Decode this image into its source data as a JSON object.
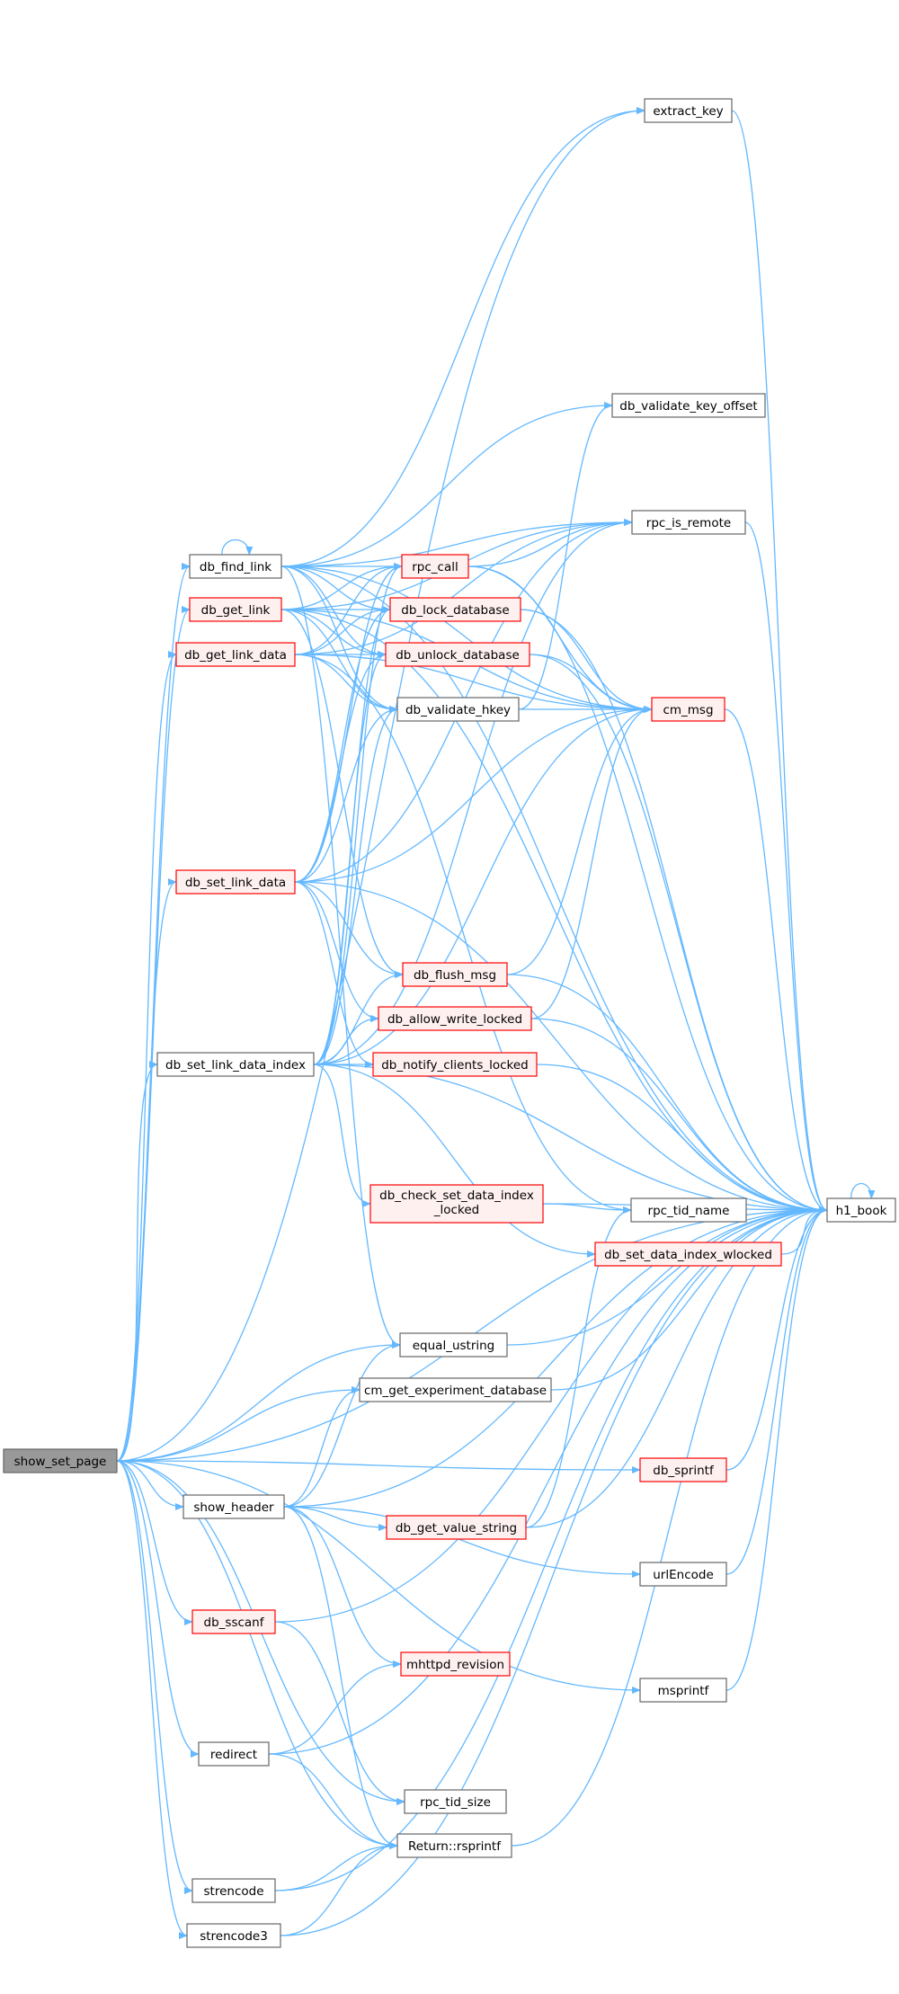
{
  "colors": {
    "edge": "#63b8ff",
    "node_border_normal": "#666666",
    "node_border_red": "#ff0000",
    "node_fill_normal": "#ffffff",
    "node_fill_pink": "#fff0f0",
    "root_fill": "#999999",
    "text": "#000000"
  },
  "nodes": [
    {
      "id": "show_set_page",
      "label": "show_set_page",
      "style": "root"
    },
    {
      "id": "extract_key",
      "label": "extract_key",
      "style": "normal"
    },
    {
      "id": "db_validate_key_offset",
      "label": "db_validate_key_offset",
      "style": "normal"
    },
    {
      "id": "rpc_is_remote",
      "label": "rpc_is_remote",
      "style": "normal"
    },
    {
      "id": "db_find_link",
      "label": "db_find_link",
      "style": "normal"
    },
    {
      "id": "rpc_call",
      "label": "rpc_call",
      "style": "red"
    },
    {
      "id": "db_get_link",
      "label": "db_get_link",
      "style": "red"
    },
    {
      "id": "db_lock_database",
      "label": "db_lock_database",
      "style": "red"
    },
    {
      "id": "db_get_link_data",
      "label": "db_get_link_data",
      "style": "red"
    },
    {
      "id": "db_unlock_database",
      "label": "db_unlock_database",
      "style": "red"
    },
    {
      "id": "db_validate_hkey",
      "label": "db_validate_hkey",
      "style": "normal"
    },
    {
      "id": "cm_msg",
      "label": "cm_msg",
      "style": "red"
    },
    {
      "id": "db_set_link_data",
      "label": "db_set_link_data",
      "style": "red"
    },
    {
      "id": "db_flush_msg",
      "label": "db_flush_msg",
      "style": "red"
    },
    {
      "id": "db_allow_write_locked",
      "label": "db_allow_write_locked",
      "style": "red"
    },
    {
      "id": "db_set_link_data_index",
      "label": "db_set_link_data_index",
      "style": "normal"
    },
    {
      "id": "db_notify_clients_locked",
      "label": "db_notify_clients_locked",
      "style": "red"
    },
    {
      "id": "db_check_set_data_index_locked",
      "label": "db_check_set_data_index\n_locked",
      "style": "red"
    },
    {
      "id": "rpc_tid_name",
      "label": "rpc_tid_name",
      "style": "normal"
    },
    {
      "id": "h1_book",
      "label": "h1_book",
      "style": "normal"
    },
    {
      "id": "db_set_data_index_wlocked",
      "label": "db_set_data_index_wlocked",
      "style": "red"
    },
    {
      "id": "equal_ustring",
      "label": "equal_ustring",
      "style": "normal"
    },
    {
      "id": "cm_get_experiment_database",
      "label": "cm_get_experiment_database",
      "style": "normal"
    },
    {
      "id": "db_sprintf",
      "label": "db_sprintf",
      "style": "red"
    },
    {
      "id": "show_header",
      "label": "show_header",
      "style": "normal"
    },
    {
      "id": "db_get_value_string",
      "label": "db_get_value_string",
      "style": "red"
    },
    {
      "id": "urlEncode",
      "label": "urlEncode",
      "style": "normal"
    },
    {
      "id": "db_sscanf",
      "label": "db_sscanf",
      "style": "red"
    },
    {
      "id": "mhttpd_revision",
      "label": "mhttpd_revision",
      "style": "red"
    },
    {
      "id": "msprintf",
      "label": "msprintf",
      "style": "normal"
    },
    {
      "id": "redirect",
      "label": "redirect",
      "style": "normal"
    },
    {
      "id": "rpc_tid_size",
      "label": "rpc_tid_size",
      "style": "normal"
    },
    {
      "id": "Return_rsprintf",
      "label": "Return::rsprintf",
      "style": "normal"
    },
    {
      "id": "strencode",
      "label": "strencode",
      "style": "normal"
    },
    {
      "id": "strencode3",
      "label": "strencode3",
      "style": "normal"
    }
  ],
  "edges": [
    [
      "show_set_page",
      "db_find_link"
    ],
    [
      "show_set_page",
      "db_get_link"
    ],
    [
      "show_set_page",
      "db_get_link_data"
    ],
    [
      "show_set_page",
      "db_set_link_data"
    ],
    [
      "show_set_page",
      "db_set_link_data_index"
    ],
    [
      "show_set_page",
      "equal_ustring"
    ],
    [
      "show_set_page",
      "cm_get_experiment_database"
    ],
    [
      "show_set_page",
      "db_sprintf"
    ],
    [
      "show_set_page",
      "show_header"
    ],
    [
      "show_set_page",
      "db_sscanf"
    ],
    [
      "show_set_page",
      "msprintf"
    ],
    [
      "show_set_page",
      "redirect"
    ],
    [
      "show_set_page",
      "rpc_tid_size"
    ],
    [
      "show_set_page",
      "Return_rsprintf"
    ],
    [
      "show_set_page",
      "strencode"
    ],
    [
      "show_set_page",
      "strencode3"
    ],
    [
      "show_set_page",
      "h1_book"
    ],
    [
      "show_set_page",
      "extract_key"
    ],
    [
      "db_find_link",
      "db_find_link"
    ],
    [
      "db_find_link",
      "extract_key"
    ],
    [
      "db_find_link",
      "db_validate_key_offset"
    ],
    [
      "db_find_link",
      "rpc_is_remote"
    ],
    [
      "db_find_link",
      "rpc_call"
    ],
    [
      "db_find_link",
      "db_lock_database"
    ],
    [
      "db_find_link",
      "db_unlock_database"
    ],
    [
      "db_find_link",
      "db_validate_hkey"
    ],
    [
      "db_find_link",
      "cm_msg"
    ],
    [
      "db_find_link",
      "equal_ustring"
    ],
    [
      "db_find_link",
      "h1_book"
    ],
    [
      "db_get_link",
      "rpc_is_remote"
    ],
    [
      "db_get_link",
      "rpc_call"
    ],
    [
      "db_get_link",
      "db_lock_database"
    ],
    [
      "db_get_link",
      "db_unlock_database"
    ],
    [
      "db_get_link",
      "db_validate_hkey"
    ],
    [
      "db_get_link",
      "cm_msg"
    ],
    [
      "db_get_link",
      "db_flush_msg"
    ],
    [
      "db_get_link",
      "h1_book"
    ],
    [
      "db_get_link_data",
      "rpc_is_remote"
    ],
    [
      "db_get_link_data",
      "rpc_call"
    ],
    [
      "db_get_link_data",
      "db_lock_database"
    ],
    [
      "db_get_link_data",
      "db_unlock_database"
    ],
    [
      "db_get_link_data",
      "db_validate_hkey"
    ],
    [
      "db_get_link_data",
      "cm_msg"
    ],
    [
      "db_get_link_data",
      "rpc_tid_name"
    ],
    [
      "db_set_link_data",
      "rpc_is_remote"
    ],
    [
      "db_set_link_data",
      "rpc_call"
    ],
    [
      "db_set_link_data",
      "db_lock_database"
    ],
    [
      "db_set_link_data",
      "db_unlock_database"
    ],
    [
      "db_set_link_data",
      "db_validate_hkey"
    ],
    [
      "db_set_link_data",
      "cm_msg"
    ],
    [
      "db_set_link_data",
      "db_flush_msg"
    ],
    [
      "db_set_link_data",
      "db_allow_write_locked"
    ],
    [
      "db_set_link_data",
      "db_notify_clients_locked"
    ],
    [
      "db_set_link_data",
      "h1_book"
    ],
    [
      "db_set_link_data_index",
      "rpc_is_remote"
    ],
    [
      "db_set_link_data_index",
      "rpc_call"
    ],
    [
      "db_set_link_data_index",
      "db_lock_database"
    ],
    [
      "db_set_link_data_index",
      "db_unlock_database"
    ],
    [
      "db_set_link_data_index",
      "db_validate_hkey"
    ],
    [
      "db_set_link_data_index",
      "cm_msg"
    ],
    [
      "db_set_link_data_index",
      "db_flush_msg"
    ],
    [
      "db_set_link_data_index",
      "db_allow_write_locked"
    ],
    [
      "db_set_link_data_index",
      "db_notify_clients_locked"
    ],
    [
      "db_set_link_data_index",
      "db_check_set_data_index_locked"
    ],
    [
      "db_set_link_data_index",
      "db_set_data_index_wlocked"
    ],
    [
      "db_set_link_data_index",
      "h1_book"
    ],
    [
      "rpc_call",
      "rpc_is_remote"
    ],
    [
      "rpc_call",
      "cm_msg"
    ],
    [
      "rpc_call",
      "h1_book"
    ],
    [
      "db_lock_database",
      "cm_msg"
    ],
    [
      "db_lock_database",
      "h1_book"
    ],
    [
      "db_unlock_database",
      "cm_msg"
    ],
    [
      "db_unlock_database",
      "h1_book"
    ],
    [
      "db_validate_hkey",
      "db_validate_key_offset"
    ],
    [
      "db_validate_hkey",
      "cm_msg"
    ],
    [
      "cm_msg",
      "h1_book"
    ],
    [
      "db_flush_msg",
      "cm_msg"
    ],
    [
      "db_flush_msg",
      "h1_book"
    ],
    [
      "db_allow_write_locked",
      "cm_msg"
    ],
    [
      "db_allow_write_locked",
      "h1_book"
    ],
    [
      "db_notify_clients_locked",
      "h1_book"
    ],
    [
      "db_check_set_data_index_locked",
      "rpc_tid_name"
    ],
    [
      "db_check_set_data_index_locked",
      "h1_book"
    ],
    [
      "db_set_data_index_wlocked",
      "h1_book"
    ],
    [
      "rpc_is_remote",
      "h1_book"
    ],
    [
      "extract_key",
      "h1_book"
    ],
    [
      "h1_book",
      "h1_book"
    ],
    [
      "equal_ustring",
      "h1_book"
    ],
    [
      "cm_get_experiment_database",
      "h1_book"
    ],
    [
      "db_sprintf",
      "h1_book"
    ],
    [
      "show_header",
      "equal_ustring"
    ],
    [
      "show_header",
      "cm_get_experiment_database"
    ],
    [
      "show_header",
      "db_get_value_string"
    ],
    [
      "show_header",
      "urlEncode"
    ],
    [
      "show_header",
      "mhttpd_revision"
    ],
    [
      "show_header",
      "Return_rsprintf"
    ],
    [
      "show_header",
      "h1_book"
    ],
    [
      "db_get_value_string",
      "rpc_tid_name"
    ],
    [
      "db_get_value_string",
      "h1_book"
    ],
    [
      "urlEncode",
      "h1_book"
    ],
    [
      "db_sscanf",
      "rpc_tid_size"
    ],
    [
      "db_sscanf",
      "h1_book"
    ],
    [
      "msprintf",
      "h1_book"
    ],
    [
      "redirect",
      "mhttpd_revision"
    ],
    [
      "redirect",
      "Return_rsprintf"
    ],
    [
      "redirect",
      "h1_book"
    ],
    [
      "Return_rsprintf",
      "h1_book"
    ],
    [
      "strencode",
      "Return_rsprintf"
    ],
    [
      "strencode",
      "h1_book"
    ],
    [
      "strencode3",
      "Return_rsprintf"
    ],
    [
      "strencode3",
      "h1_book"
    ]
  ]
}
